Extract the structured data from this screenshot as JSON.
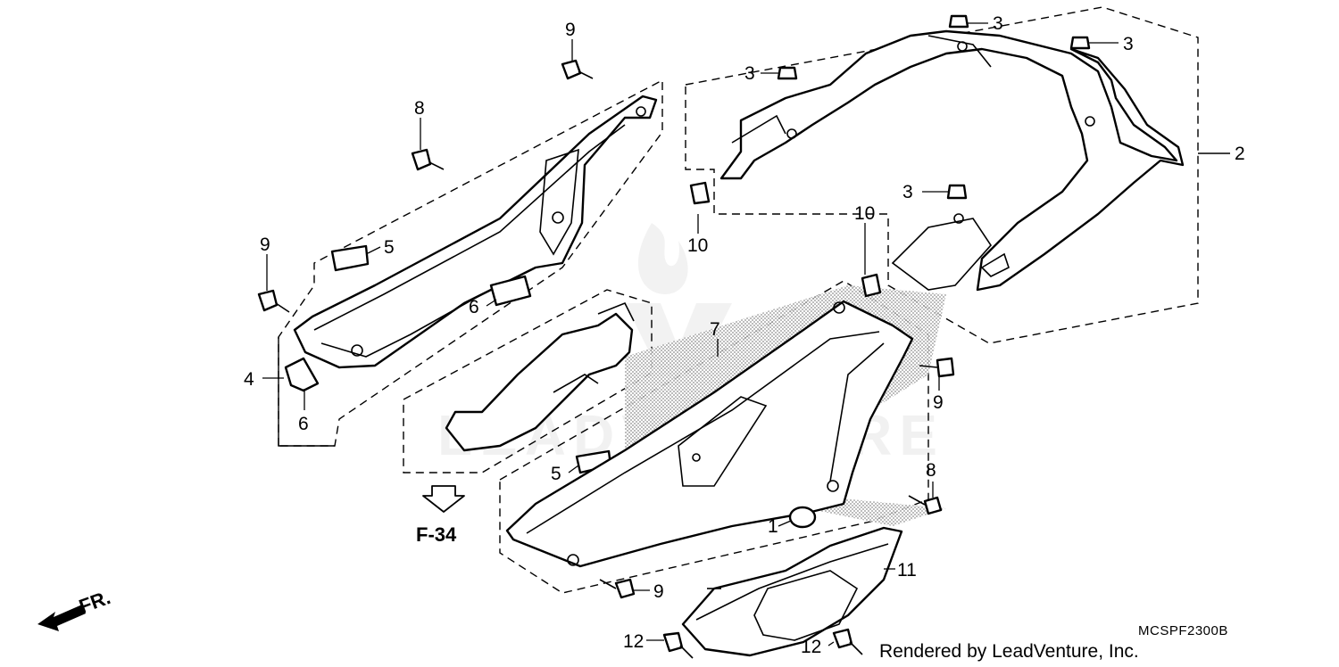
{
  "diagram": {
    "code": "MCSPF2300B",
    "credit": "Rendered by LeadVenture, Inc.",
    "reference": "F-34",
    "direction": "FR.",
    "callouts": {
      "c1": "1",
      "c2": "2",
      "c3a": "3",
      "c3b": "3",
      "c3c": "3",
      "c3d": "3",
      "c4": "4",
      "c5a": "5",
      "c5b": "5",
      "c6a": "6",
      "c6b": "6",
      "c7": "7",
      "c8a": "8",
      "c8b": "8",
      "c9a": "9",
      "c9b": "9",
      "c9c": "9",
      "c9d": "9",
      "c10a": "10",
      "c10b": "10",
      "c11": "11",
      "c12a": "12",
      "c12b": "12"
    }
  }
}
